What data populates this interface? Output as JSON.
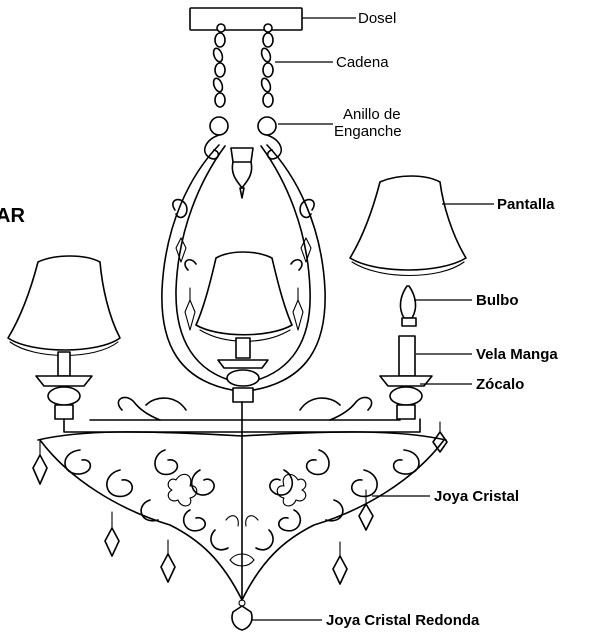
{
  "side_heading": "AR",
  "labels": {
    "dosel": "Dosel",
    "cadena": "Cadena",
    "anillo_line1": "Anillo de",
    "anillo_line2": "Enganche",
    "pantalla": "Pantalla",
    "bulbo": "Bulbo",
    "vela_manga": "Vela Manga",
    "zocalo": "Zócalo",
    "joya_cristal": "Joya Cristal",
    "joya_cristal_redonda": "Joya Cristal Redonda"
  }
}
